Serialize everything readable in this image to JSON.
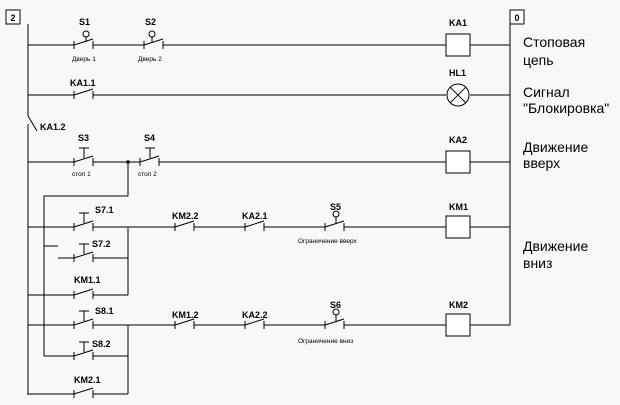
{
  "bus": {
    "left": "2",
    "right": "0"
  },
  "rows": {
    "r1": {
      "s1": "S1",
      "s1_sub": "Дверь 1",
      "s2": "S2",
      "s2_sub": "Дверь 2",
      "coil": "KA1",
      "side1": "Стоповая",
      "side2": "цепь"
    },
    "r2": {
      "contact": "KA1.1",
      "lamp": "HL1",
      "side1": "Сигнал",
      "side2": "\"Блокировка\""
    },
    "r3": {
      "ka12": "KA1.2",
      "s3": "S3",
      "s3_sub": "стоп 1",
      "s4": "S4",
      "s4_sub": "стоп 2",
      "coil": "KA2",
      "side1": "Движение",
      "side2": "вверх"
    },
    "r4": {
      "s71": "S7.1",
      "s72": "S7.2",
      "km11": "KM1.1",
      "km22": "KM2.2",
      "ka21": "KA2.1",
      "s5": "S5",
      "s5_sub": "Ограничение вверх",
      "coil": "KM1",
      "side1": "Движение",
      "side2": "вниз"
    },
    "r5": {
      "s81": "S8.1",
      "s82": "S8.2",
      "km21": "KM2.1",
      "km12": "KM1.2",
      "ka22": "KA2.2",
      "s6": "S6",
      "s6_sub": "Ограничение вниз",
      "coil": "KM2"
    }
  }
}
